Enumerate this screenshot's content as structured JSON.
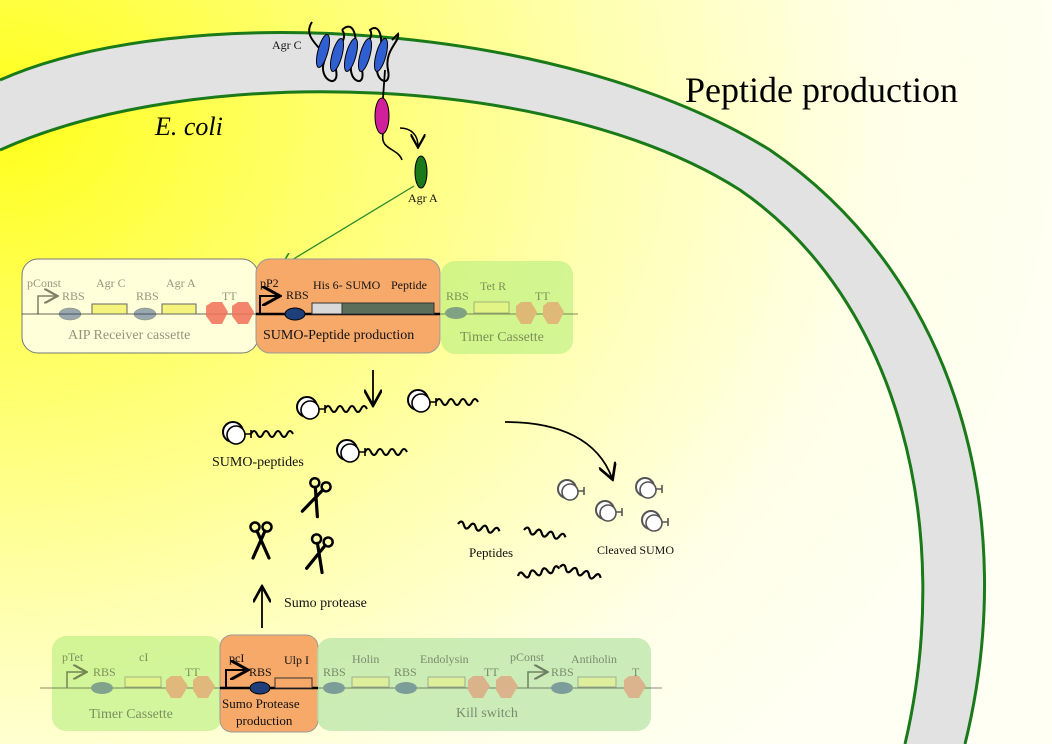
{
  "title": "Peptide production",
  "organism": "E. coli",
  "membrane": {
    "receptor_label": "Agr C",
    "regulator_label": "Agr A"
  },
  "aip_cassette": {
    "name": "AIP Receiver cassette",
    "parts": [
      "pConst",
      "RBS",
      "Agr C",
      "RBS",
      "Agr A",
      "TT"
    ]
  },
  "sumo_peptide_cassette": {
    "name": "SUMO-Peptide production",
    "parts": [
      "pP2",
      "RBS",
      "His 6- SUMO",
      "Peptide"
    ]
  },
  "timer_cassette_top": {
    "name": "Timer Cassette",
    "parts": [
      "RBS",
      "Tet R",
      "TT"
    ]
  },
  "process": {
    "sumo_peptides_label": "SUMO-peptides",
    "protease_label": "Sumo protease",
    "peptides_label": "Peptides",
    "cleaved_label": "Cleaved SUMO"
  },
  "timer_cassette_bottom": {
    "name": "Timer Cassette",
    "parts": [
      "pTet",
      "RBS",
      "cI",
      "TT"
    ]
  },
  "protease_cassette": {
    "name_line1": "Sumo Protease",
    "name_line2": "production",
    "parts": [
      "pcI",
      "RBS",
      "Ulp I"
    ]
  },
  "kill_switch": {
    "name": "Kill switch",
    "parts": [
      "RBS",
      "Holin",
      "RBS",
      "Endolysin",
      "TT",
      "pConst",
      "RBS",
      "Antiholin",
      "T"
    ]
  },
  "colors": {
    "membrane": "#1a7a1a",
    "membrane_fill": "#e2e2e2",
    "transmembrane": "#2f5fd0",
    "kinase": "#d0209a",
    "agrA": "#1a7a1a",
    "rbs": "#1f3f7a",
    "sumo_box": "#f7a96a",
    "receiver_box": "#ffffd9",
    "timer_box": "#b6ef7e",
    "kill_box": "#b9e5a8",
    "gene": "#f4f47c",
    "terminator": "#f07058",
    "peptide_block": "#5a6e5a"
  }
}
